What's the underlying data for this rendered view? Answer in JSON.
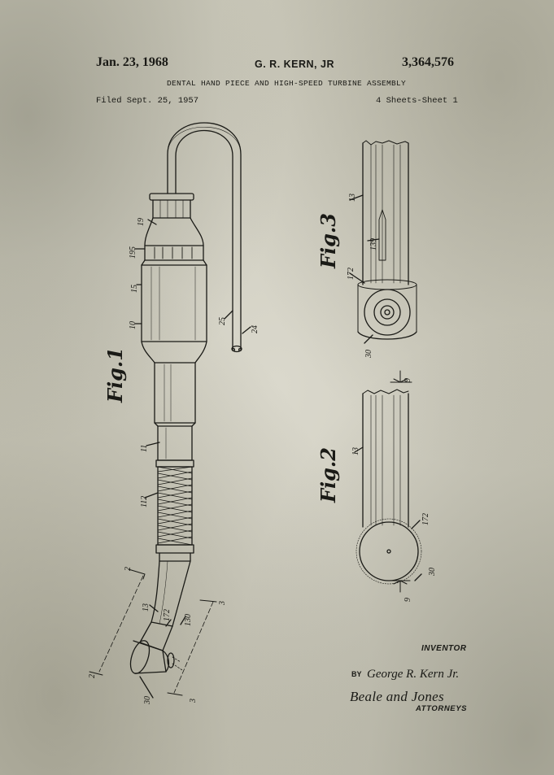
{
  "header": {
    "date": "Jan. 23, 1968",
    "inventor": "G. R. KERN, JR",
    "patent_number": "3,364,576",
    "title": "DENTAL HAND PIECE AND HIGH-SPEED TURBINE ASSEMBLY",
    "filed": "Filed Sept. 25, 1957",
    "sheets": "4 Sheets-Sheet 1"
  },
  "figures": {
    "fig1": "Fig.1",
    "fig2": "Fig.2",
    "fig3": "Fig.3"
  },
  "reference_numerals": {
    "fig1": [
      "19",
      "195",
      "15",
      "10",
      "25",
      "24",
      "11",
      "112",
      "2",
      "2",
      "13",
      "172",
      "130",
      "3",
      "3",
      "30"
    ],
    "fig3": [
      "13",
      "139",
      "172",
      "30"
    ],
    "fig2": [
      "9",
      "9",
      "13",
      "172",
      "30"
    ]
  },
  "footer": {
    "inventor_label": "INVENTOR",
    "by": "BY",
    "inventor_signature": "George R. Kern Jr.",
    "attorney_signature": "Beale and Jones",
    "attorneys_label": "ATTORNEYS"
  },
  "colors": {
    "paper": "#d3d1c4",
    "ink": "#1a1a16"
  }
}
